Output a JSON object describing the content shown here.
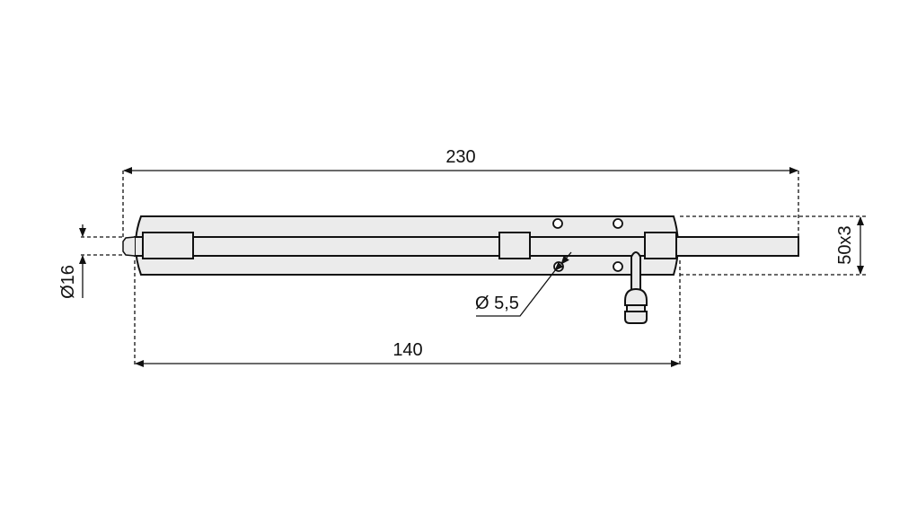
{
  "drawing": {
    "title": "Tower bolt technical drawing",
    "dimensions": {
      "overall_length": "230",
      "plate_length": "140",
      "plate_size": "50x3",
      "rod_diameter": "Ø16",
      "hole_diameter": "Ø 5,5"
    },
    "colors": {
      "part_fill": "#ebebeb",
      "line": "#111111"
    }
  }
}
